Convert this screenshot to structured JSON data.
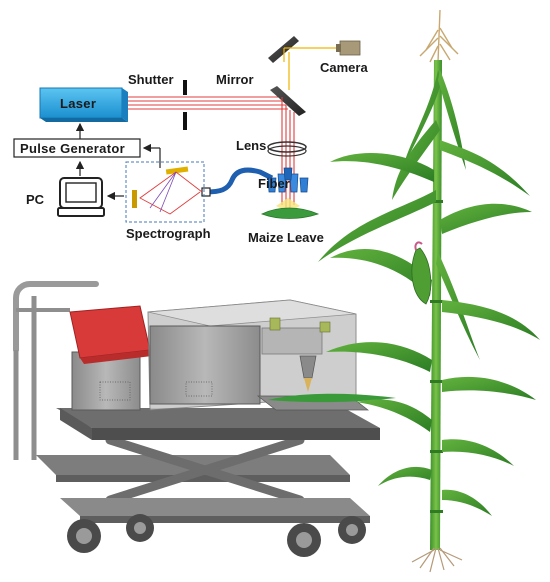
{
  "diagram": {
    "labels": {
      "laser": "Laser",
      "shutter": "Shutter",
      "mirror": "Mirror",
      "camera": "Camera",
      "pulse_generator": "Pulse  Generator",
      "lens": "Lens",
      "fiber": "Fiber",
      "pc": "PC",
      "spectrograph": "Spectrograph",
      "maize_leave": "Maize Leave"
    },
    "colors": {
      "laser_box": "#2fa8e0",
      "beam": "#e03c3c",
      "camera_beam": "#f0b400",
      "fiber": "#1f5fb0",
      "leaf": "#3b9a3b",
      "cart_frame": "#9a9a9a",
      "laptop": "#d83a3a"
    }
  }
}
